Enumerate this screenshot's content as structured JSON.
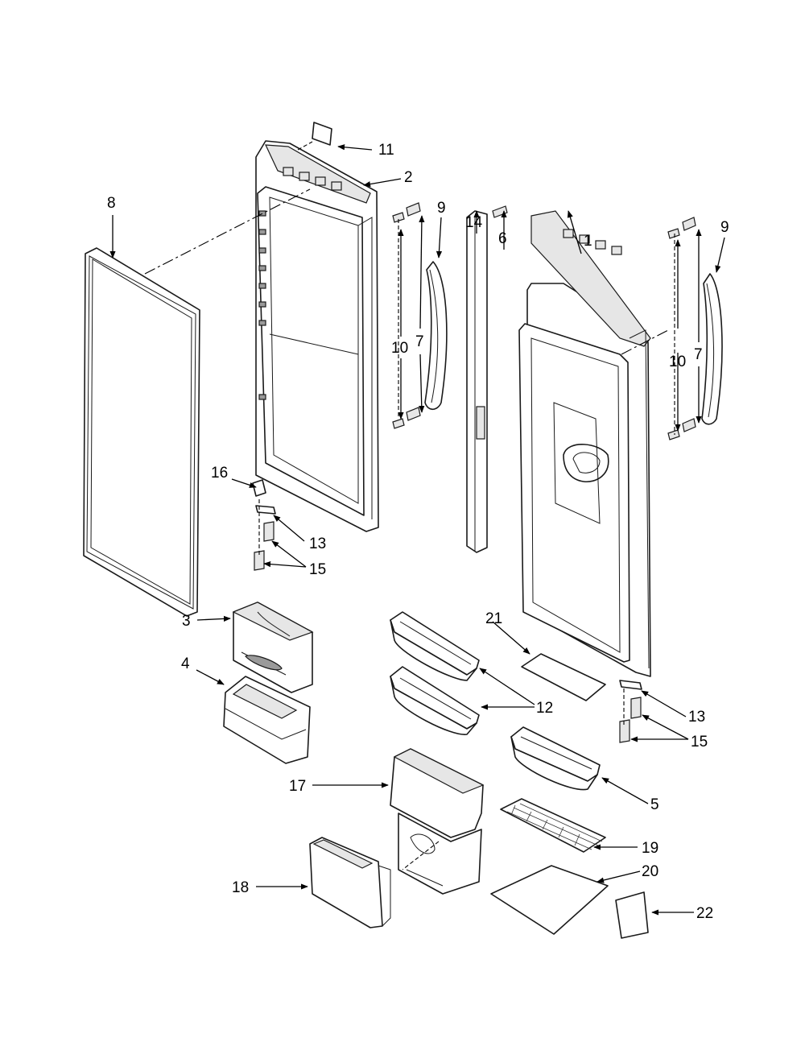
{
  "callouts": {
    "c1": "1",
    "c2": "2",
    "c3": "3",
    "c4": "4",
    "c5": "5",
    "c6": "6",
    "c7a": "7",
    "c7b": "7",
    "c8": "8",
    "c9a": "9",
    "c9b": "9",
    "c10a": "10",
    "c10b": "10",
    "c11": "11",
    "c12": "12",
    "c13a": "13",
    "c13b": "13",
    "c14": "14",
    "c15a": "15",
    "c15b": "15",
    "c16": "16",
    "c17": "17",
    "c18": "18",
    "c19": "19",
    "c20": "20",
    "c21": "21",
    "c22": "22"
  },
  "colors": {
    "line": "#1a1a1a",
    "background": "#ffffff"
  }
}
